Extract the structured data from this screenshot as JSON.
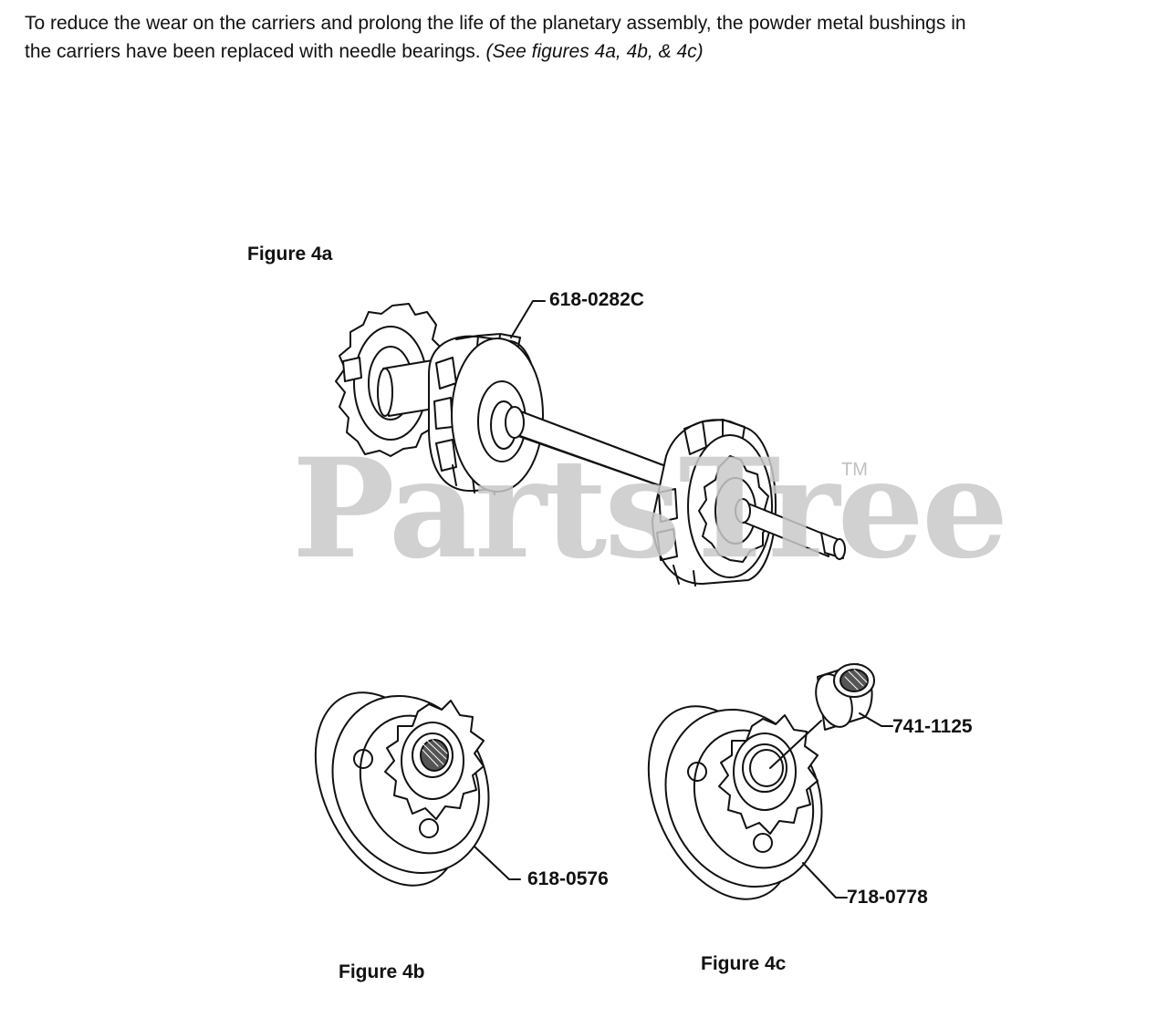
{
  "intro": {
    "line1": "To reduce the wear on the carriers and prolong the life of the planetary assembly, the powder metal bushings in",
    "line2_plain": "the carriers have been replaced with needle bearings. ",
    "line2_ref": "(See figures 4a, 4b, & 4c)"
  },
  "figures": {
    "fig4a": {
      "title": "Figure 4a",
      "part": "618-0282C"
    },
    "fig4b": {
      "title": "Figure 4b",
      "part": "618-0576"
    },
    "fig4c": {
      "title": "Figure 4c",
      "part_carrier": "718-0778",
      "part_bearing": "741-1125"
    }
  },
  "watermark": {
    "brand": "PartsTree",
    "tm": "TM"
  },
  "colors": {
    "ink": "#111111",
    "watermark": "#c9c9c9",
    "background": "#ffffff"
  }
}
